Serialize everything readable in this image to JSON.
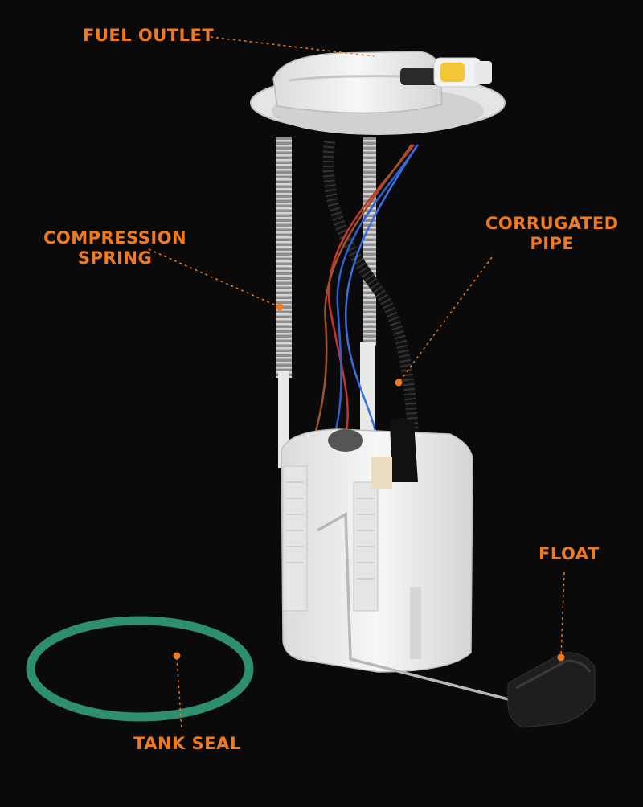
{
  "labels": {
    "fuel_outlet": "FUEL OUTLET",
    "compression_spring": [
      "COMPRESSION",
      "SPRING"
    ],
    "corrugated_pipe": [
      "CORRUGATED",
      "PIPE"
    ],
    "float": "FLOAT",
    "tank_seal": "TANK SEAL"
  },
  "colors": {
    "background": "#0a0a0a",
    "callout": "#f07a1e",
    "seal": "#2e8f6e",
    "plastic": "#eef0ee",
    "spring": "#a9a9a9"
  }
}
